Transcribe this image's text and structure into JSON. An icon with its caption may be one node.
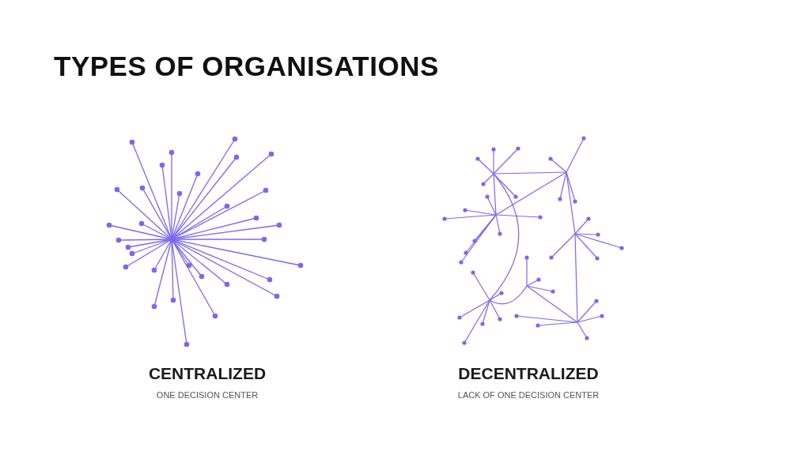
{
  "diagram": {
    "title": "TYPES OF ORGANISATIONS",
    "labels": [
      "CENTRALIZED",
      "ONE DECISION CENTER",
      "DECENTRALIZED",
      "LACK OF ONE DECISION CENTER"
    ]
  }
}
